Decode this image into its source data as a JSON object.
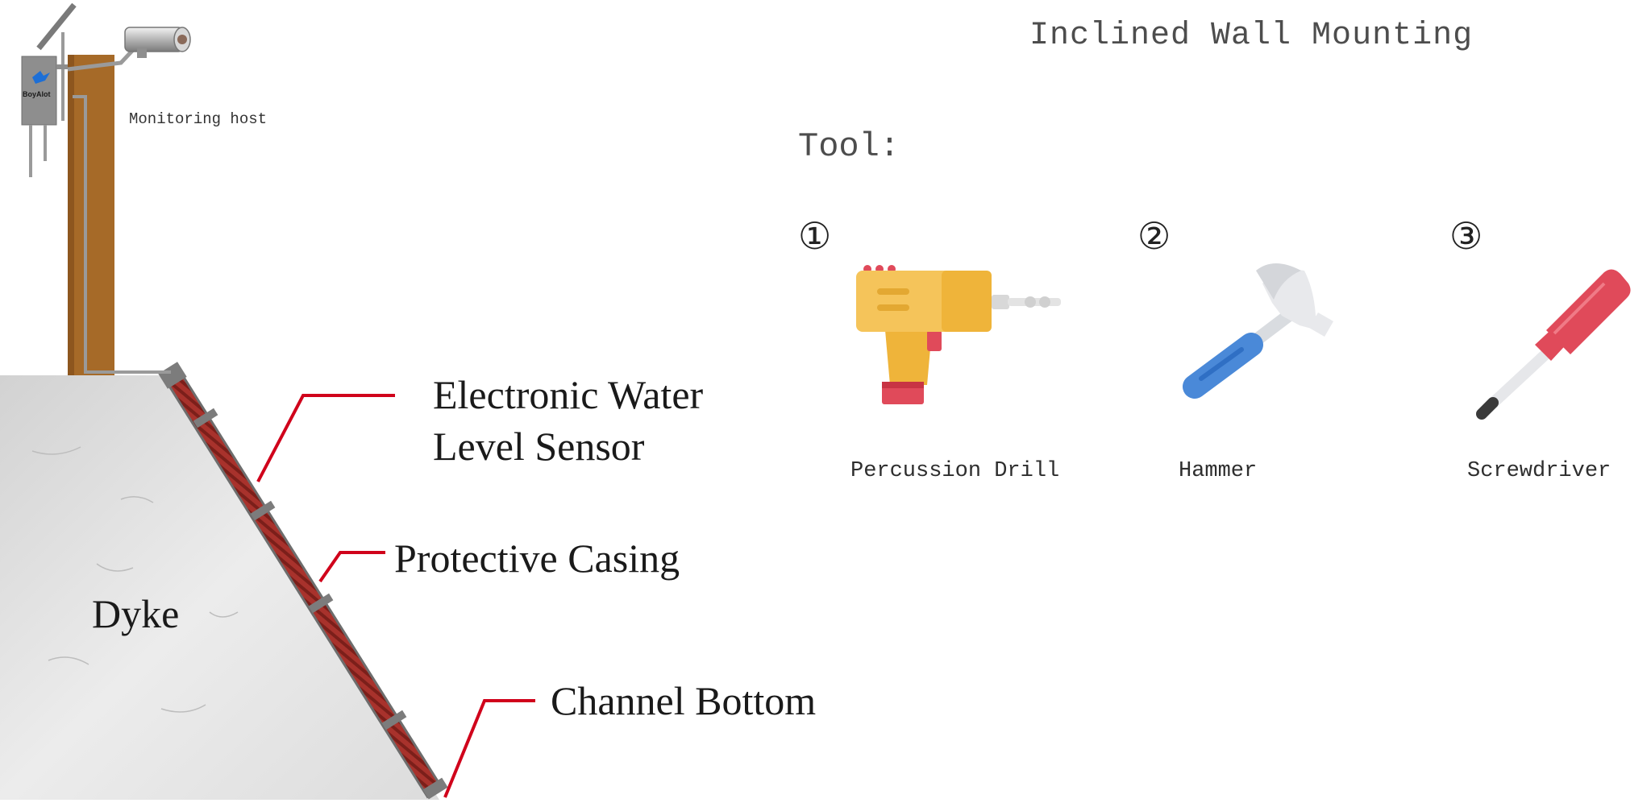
{
  "title": "Inclined Wall Mounting",
  "tool_heading": "Tool:",
  "tools": [
    {
      "number": "①",
      "name": "Percussion Drill",
      "icon": "percussion-drill-icon"
    },
    {
      "number": "②",
      "name": "Hammer",
      "icon": "hammer-icon"
    },
    {
      "number": "③",
      "name": "Screwdriver",
      "icon": "screwdriver-icon"
    }
  ],
  "labels": {
    "monitoring_host": "Monitoring host",
    "sensor_line1": "Electronic Water",
    "sensor_line2": "Level Sensor",
    "protective_casing": "Protective Casing",
    "channel_bottom": "Channel Bottom",
    "dyke": "Dyke"
  },
  "brand": "BoyAlot",
  "colors": {
    "callout_line": "#d0021b",
    "pole": "#a66a28",
    "casing": "#a8322c",
    "dyke": "#e4e4e4",
    "drill_body": "#f5c45a",
    "hammer_handle": "#4a89d8",
    "screwdriver_handle": "#e04a5a"
  }
}
